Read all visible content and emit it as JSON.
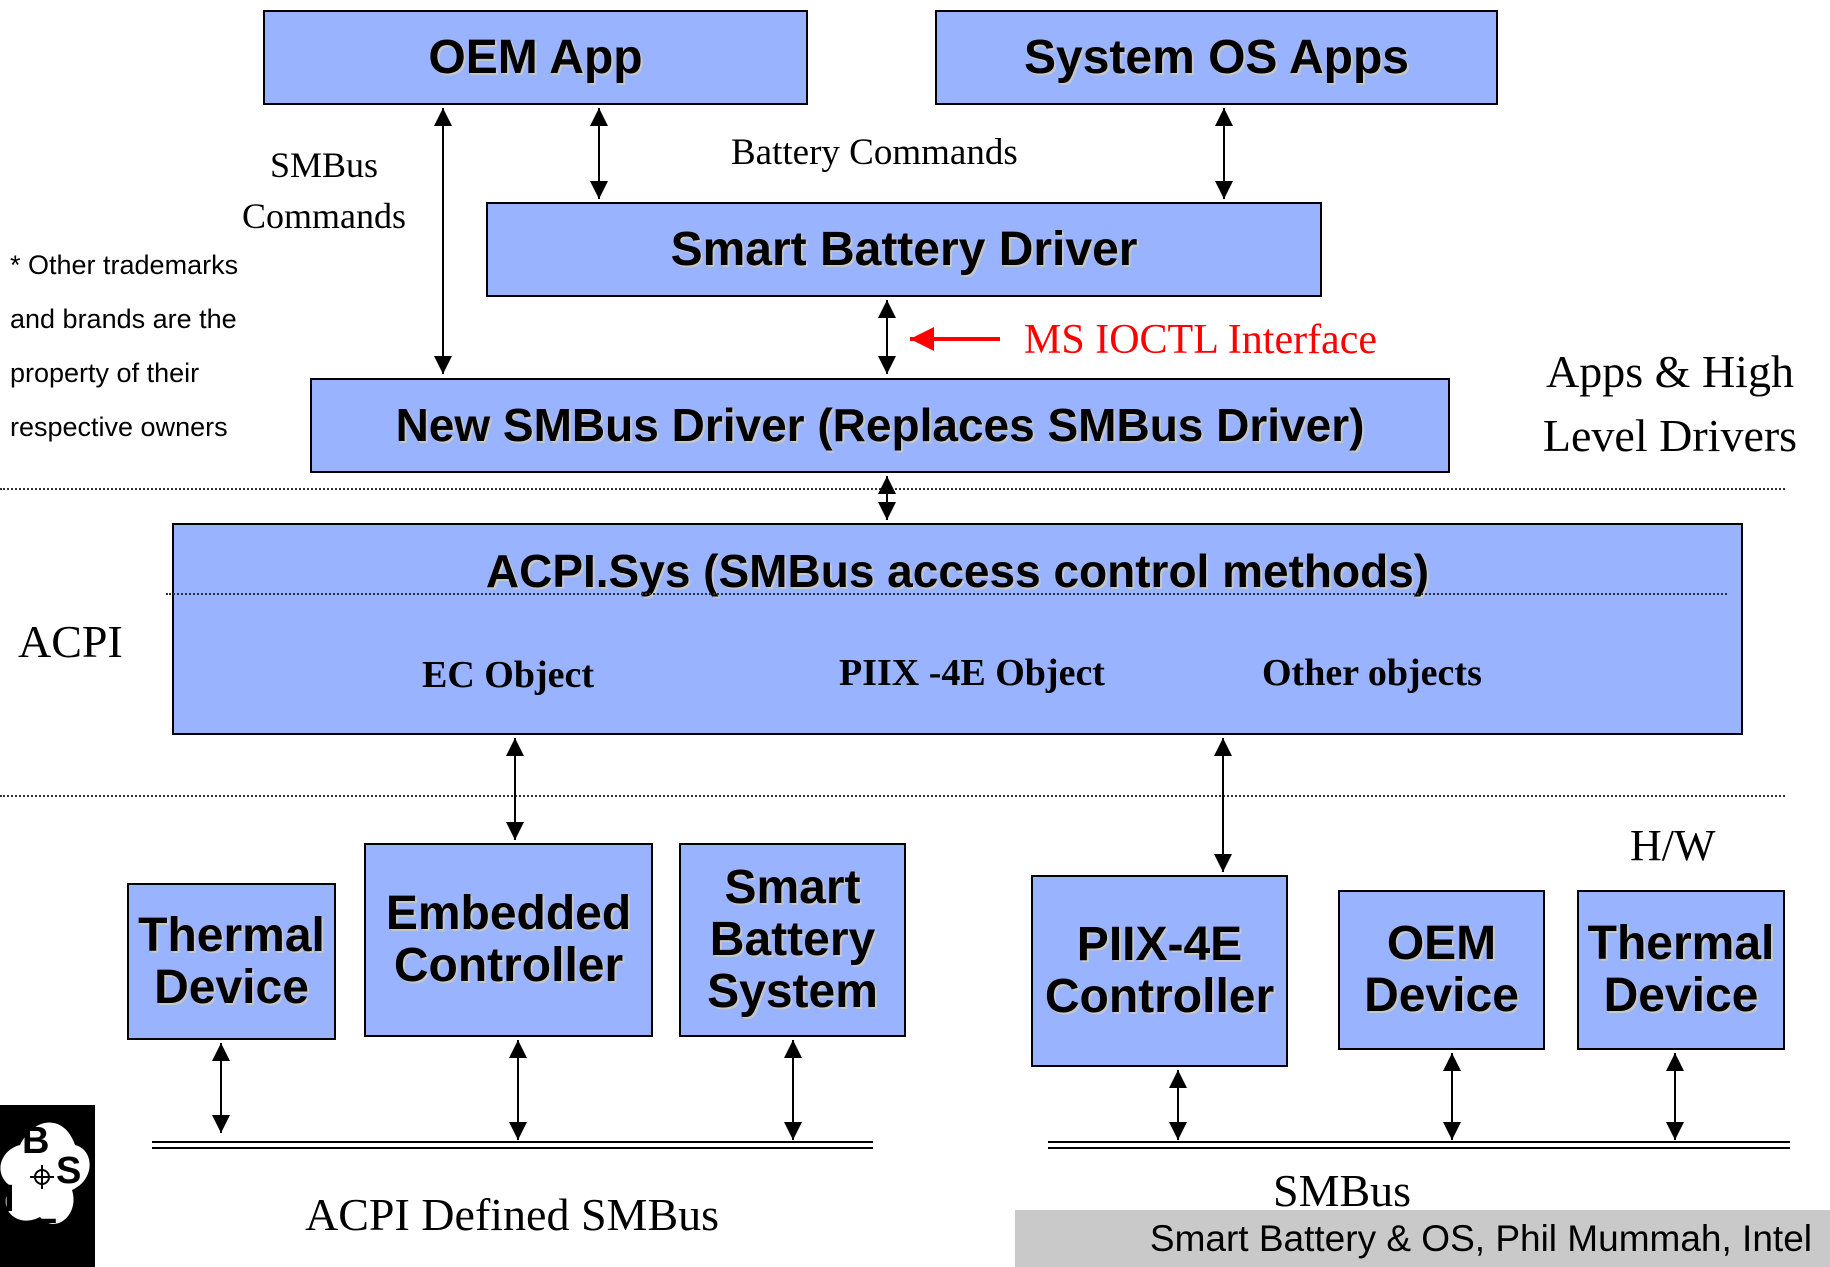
{
  "boxes": {
    "oem_app": "OEM App",
    "system_os_apps": "System OS Apps",
    "smart_battery_driver": "Smart Battery Driver",
    "new_smbus_driver": "New SMBus Driver (Replaces SMBus Driver)",
    "acpi_sys": "ACPI.Sys (SMBus access  control methods)",
    "ec_object": "EC Object",
    "piix_object": "PIIX -4E Object",
    "other_objects": "Other objects",
    "thermal_device_left": [
      "Thermal",
      "Device"
    ],
    "embedded_controller": [
      "Embedded",
      "Controller"
    ],
    "smart_battery_system": [
      "Smart",
      "Battery",
      "System"
    ],
    "piix_controller": [
      "PIIX-4E",
      "Controller"
    ],
    "oem_device": [
      "OEM",
      "Device"
    ],
    "thermal_device_right": [
      "Thermal",
      "Device"
    ]
  },
  "labels": {
    "smbus_commands": [
      "SMBus",
      "Commands"
    ],
    "battery_commands": "Battery Commands",
    "ms_ioctl_interface": "MS IOCTL Interface",
    "apps_high_level": [
      "Apps & High",
      "Level Drivers"
    ],
    "acpi": "ACPI",
    "hw": "H/W",
    "acpi_defined_smbus": "ACPI Defined SMBus",
    "smbus": "SMBus",
    "trademark_note": [
      "* Other trademarks",
      "and brands are the",
      "property of their",
      "respective owners"
    ],
    "footer": "Smart Battery & OS, Phil Mummah, Intel"
  },
  "logo": {
    "letters": [
      "B",
      "S",
      "I",
      "F"
    ]
  },
  "colors": {
    "box_fill": "#99B3FF",
    "ioctl_red": "#FF0000",
    "footer_bg": "#C9C9C9"
  }
}
